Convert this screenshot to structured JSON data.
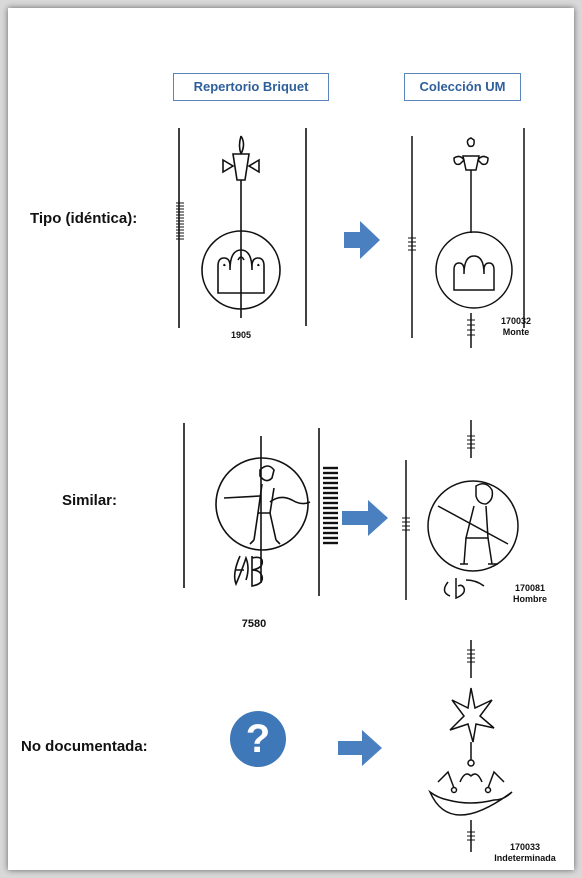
{
  "headers": {
    "left": "Repertorio Briquet",
    "right": "Colección UM"
  },
  "rows": [
    {
      "label": "Tipo (idéntica):",
      "briquet_number": "1905",
      "um_number": "170032",
      "um_name": "Monte"
    },
    {
      "label": "Similar:",
      "briquet_number": "7580",
      "um_number": "170081",
      "um_name": "Hombre"
    },
    {
      "label": "No documentada:",
      "briquet_number": "",
      "um_number": "170033",
      "um_name": "Indeterminada"
    }
  ],
  "unknown_symbol": "?",
  "colors": {
    "arrow": "#4a7fc0",
    "header_border": "#5b84b8",
    "header_text": "#2f5f9a",
    "question_circle": "#3f78b8"
  }
}
